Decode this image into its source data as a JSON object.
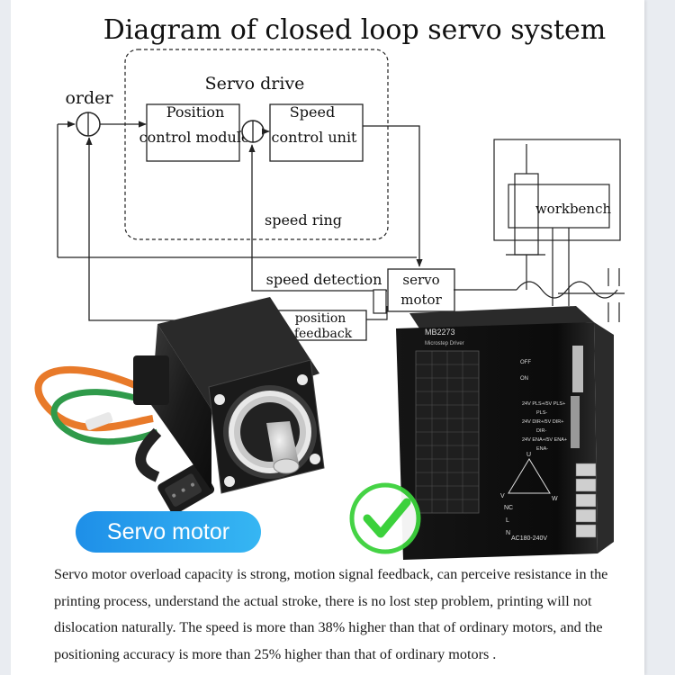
{
  "title": "Diagram of closed loop servo system",
  "diagram": {
    "order_label": "order",
    "servo_drive_label": "Servo drive",
    "position_control": [
      "Position",
      "control module"
    ],
    "speed_control": [
      "Speed",
      "control unit"
    ],
    "speed_ring_label": "speed ring",
    "speed_detection_label": "speed detection",
    "servo_motor_box": [
      "servo",
      "motor"
    ],
    "position_feedback_box": [
      "position",
      "feedback"
    ],
    "workbench_label": "workbench"
  },
  "driver": {
    "model": "MB2273",
    "subtitle": "Microstep Driver",
    "voltage": "AC180-240V",
    "phases": [
      "U",
      "V",
      "W"
    ],
    "terminals": [
      "NC",
      "L",
      "N"
    ],
    "switch_labels": [
      "OFF",
      "ON"
    ],
    "signal_labels": [
      "24V PLS+/5V PLS+",
      "PLS-",
      "24V DIR+/5V DIR+",
      "DIR-",
      "24V ENA+/5V ENA+",
      "ENA-"
    ]
  },
  "product_label": "Servo motor",
  "caption": "Servo motor overload capacity is strong, motion signal feedback, can perceive resistance in the printing process, understand the actual stroke, there is no lost step problem, printing will not dislocation naturally.  The speed is more than 38% higher than that of ordinary motors, and the positioning accuracy is more than 25% higher than that of ordinary motors .",
  "colors": {
    "pill": "#2a9ff0",
    "check": "#3cd13c",
    "cable_orange": "#e87a2a",
    "cable_green": "#2f9a4a"
  }
}
